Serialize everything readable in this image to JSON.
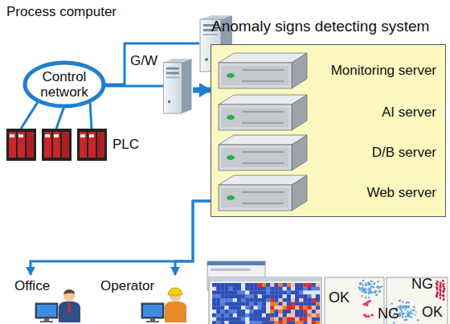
{
  "diagram": {
    "nodes": [
      {
        "text": [
          "Process computer"
        ]
      },
      {
        "text": [
          "Control network"
        ]
      },
      {
        "text": [
          "G/W"
        ]
      },
      {
        "text": [
          "PLC"
        ]
      },
      {
        "text": [
          "Anomaly signs detecting system"
        ]
      },
      {
        "text": [
          "Monitoring server"
        ],
        "in": 4
      },
      {
        "text": [
          "AI server"
        ],
        "in": 4
      },
      {
        "text": [
          "D/B server"
        ],
        "in": 4
      },
      {
        "text": [
          "Web server"
        ],
        "in": 4
      },
      {
        "text": [
          "Office"
        ]
      },
      {
        "text": [
          "Operator"
        ]
      }
    ],
    "edges": [
      {
        "from": 0,
        "to": 1,
        "arrow": "none"
      },
      {
        "from": 2,
        "to": 1,
        "arrow": "none"
      },
      {
        "from": 2,
        "to": 4,
        "arrow": "to"
      },
      {
        "from": 1,
        "to": 3,
        "arrow": "none"
      },
      {
        "from": 4,
        "to": 9,
        "arrow": "to"
      },
      {
        "from": 4,
        "to": 10,
        "arrow": "to"
      }
    ],
    "labels": [
      "OK",
      "NG",
      "NG",
      "OK"
    ]
  }
}
